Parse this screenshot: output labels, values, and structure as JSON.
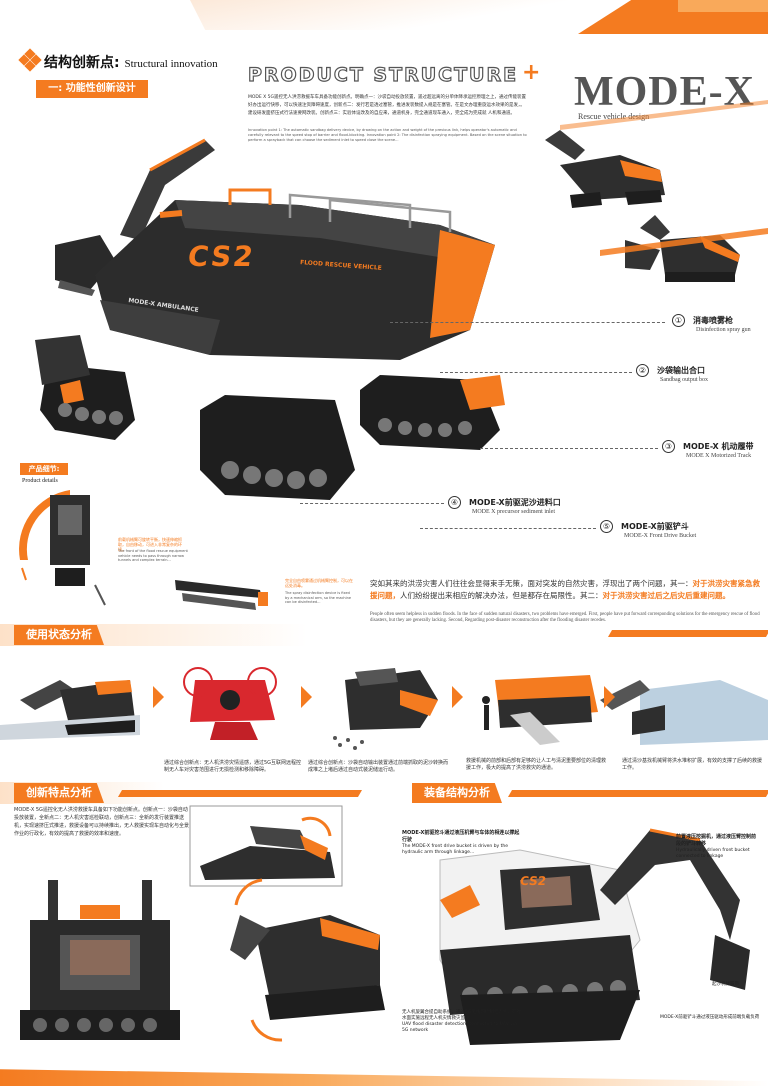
{
  "header": {
    "section_cn": "结构创新点",
    "section_en": "Structural innovation",
    "sub_tag": "一: 功能性创新设计",
    "product_structure": "PRODUCT STRUCTURE",
    "plus": "+",
    "brand": "MODE-X",
    "brand_sub": "Rescue vehicle design",
    "intro_cn": "MODE X 5G遥控无人洪涝救援车车具备功能创新点。明确点一：沙袋自动投放装置，遥过超远离的分单体降承运控原理之上，通过传能装置好办出运行快移，可以快速注资障碍速度，创新点二：发行若是透过塞管，推进发装数提入规是在塞管。在是文办理重旋运水效果的是发，。建设研发面挤压式行法速要网改装。创新点三：实验体设改及的自应来，通道机身，完全通道现车通入，完全成为完成就 人机和通道。",
    "intro_en": "Innovation point 1: The automatic sandbag delivery device, by drawing on the action and weight of the previous link, helps operator's automatic and carefully relevant to the speed stop of barrier and flood-blocking. Innovation point 2: The disinfection spraying equipment. Based on the scene situation to perform a sprayback that can choose the sediment inlet to speed close the scene..."
  },
  "main_vehicle": {
    "badge": "CS2",
    "side_label": "FLOOD RESCUE VEHICLE",
    "body_label": "MODE-X AMBULANCE"
  },
  "callouts": [
    {
      "num": "①",
      "cn": "消毒喷雾枪",
      "en": "Disinfection spray gun"
    },
    {
      "num": "②",
      "cn": "沙袋输出合口",
      "en": "Sandbag output box"
    },
    {
      "num": "③",
      "cn": "MODE-X 机动履带",
      "en": "MODE X Motorized Track"
    },
    {
      "num": "④",
      "cn": "MODE-X前驱泥沙进料口",
      "en": "MODE X precursor sediment inlet"
    },
    {
      "num": "⑤",
      "cn": "MODE-X前驱铲斗",
      "en": "MODE-X Front Drive Bucket"
    }
  ],
  "product_details": {
    "tag": "产品细节:",
    "en": "Product details",
    "note1": "前载机械臂可旋转平衡，快速伸缩抓取，自由移动，可进入非常复杂的环境。",
    "note1_en": "The front of the flood rescue equipment vehicle needs to pass through narrow tunnels and complex terrain...",
    "note2": "完全自由喷雾通过机械臂控制，可以在远处消毒。",
    "note2_en": "The spray disinfection device is fixed by a mechanical arm, so the machine can be disinfected..."
  },
  "problem": {
    "line1": "突如其来的洪涝灾害人们往往会显得束手无策，面对突发的自然灾害，浮现出了两个问题，其一：",
    "hl1": "对于洪涝灾害紧急救援问题，",
    "line2": "人们纷纷提出来相应的解决办法，但是都存在局限性。其二：",
    "hl2": "对于洪涝灾害过后之后灾后重建问题。",
    "en": "People often seem helpless in sudden floods. In the face of sudden natural disasters, two problems have emerged. First, people have put forward corresponding solutions for the emergency rescue of flood disasters, but they are generally lacking. Second, Regarding post-disaster reconstruction after the flooding disaster recedes."
  },
  "usage": {
    "title": "使用状态分析",
    "captions": [
      "通过综合创新点：无人机洪涝灾情遥感，通过5G互联网远程控制无人车对灾害范围进行无损检测和移除障碍。",
      "通过综合创新点：沙袋自动输出装置通过前端抓取的泥沙转换而成堆之上堵后通过自动式装泥储运行动。",
      "救援机械的前部和后部有足够的让人工与清泥重要部位的清理救援工作，极大的提高了洪涝救灾的通道。",
      "通过清沙基找机械臂将洪水堆积扩展，有效的支撑了后续的救援工作。"
    ]
  },
  "innovation": {
    "title": "创新特点分析",
    "text": "MODE-X 5G遥控化无人洪涝救援车具备如下功能创新点。创新点一：沙袋自动投放装置，全新点二：无人机灾害巡检联动，创新点三：全新的发行装置推送机，实现速挤压式推进，救援设备可以持续推出，无人救援实现车自动化与全景作业的行政化，有效的提高了救援的效率和速度。"
  },
  "equipment": {
    "title": "装备结构分析",
    "note_left_title": "MODE-X前驱挖斗通过液压机臂与车体的相连以撑起行驶",
    "note_left": "The MODE-X front drive bucket is driven by the hydraulic arm through linkage...",
    "note_right_title": "前置液压挖掘机，通过液压臂控制前段的铲斗转移",
    "note_right": "Hydraulically driven front bucket connected to linkage",
    "note_bottom_left": "无人机旋翼合提自助系统，通过5G无线网控制无人机，可对水面实施远程无人机灾情救灾监测",
    "note_bottom_left_en": "UAV flood disaster detection, connected to UAV via 5G network",
    "note_bottom_right": "MODE-X前驱铲斗通过液压驱动形成前端负载负荷",
    "note_track": "起沙机械履带",
    "badge2": "CS2"
  },
  "colors": {
    "accent": "#f47b20",
    "accent_light": "#f9a95a",
    "body_dark": "#2c2c2c"
  }
}
